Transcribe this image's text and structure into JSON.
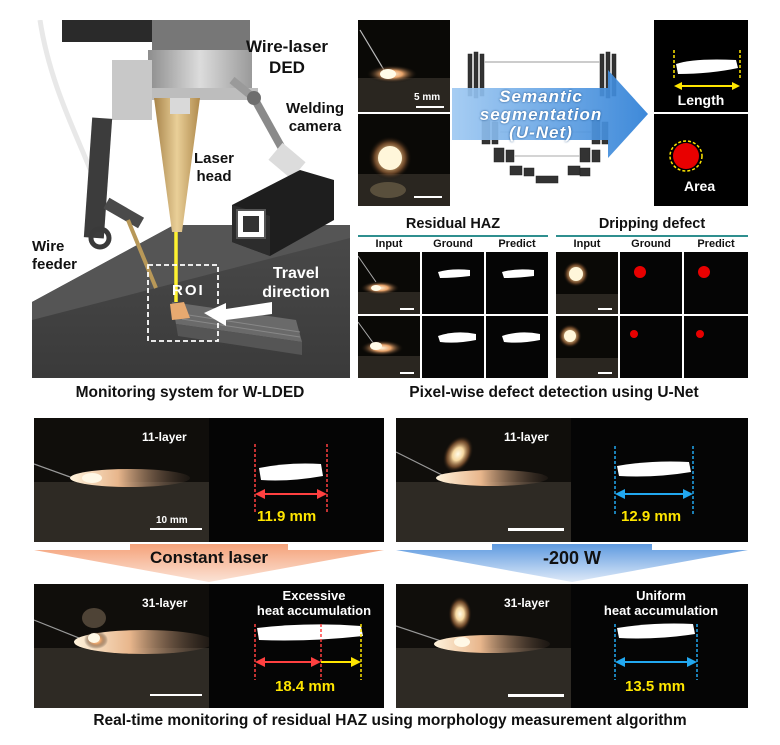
{
  "system": {
    "title_line1": "Wire-laser",
    "title_line2": "DED",
    "welding_camera_line1": "Welding",
    "welding_camera_line2": "camera",
    "laser_head_line1": "Laser",
    "laser_head_line2": "head",
    "wire_feeder_line1": "Wire",
    "wire_feeder_line2": "feeder",
    "roi": "ROI",
    "travel_line1": "Travel",
    "travel_line2": "direction",
    "caption": "Monitoring system for W-LDED"
  },
  "segmentation": {
    "scale_label": "5 mm",
    "unet_line1": "Semantic",
    "unet_line2": "segmentation",
    "unet_line3": "(U-Net)",
    "length_label": "Length",
    "area_label": "Area",
    "residual_title": "Residual HAZ",
    "dripping_title": "Dripping defect",
    "col_input": "Input",
    "col_ground": "Ground",
    "col_predict": "Predict",
    "caption": "Pixel-wise defect detection using U-Net"
  },
  "monitoring": {
    "layer_11": "11-layer",
    "layer_31": "31-layer",
    "scale_10mm": "10 mm",
    "left_top_value": "11.9 mm",
    "right_top_value": "12.9 mm",
    "left_bottom_value": "18.4 mm",
    "right_bottom_value": "13.5 mm",
    "constant_laser": "Constant laser",
    "minus_200w": "-200 W",
    "excessive_line1": "Excessive",
    "excessive_line2": "heat accumulation",
    "uniform_line1": "Uniform",
    "uniform_line2": "heat accumulation",
    "caption": "Real-time monitoring of residual HAZ using morphology measurement algorithm"
  },
  "colors": {
    "red_dim": "#ff4040",
    "blue_dim": "#22a8f0",
    "yellow_dim": "#ffe600",
    "orange_arrow": "#f0783c",
    "blue_arrow": "#4a8fd8",
    "teal_rule": "#2f8f8f"
  }
}
